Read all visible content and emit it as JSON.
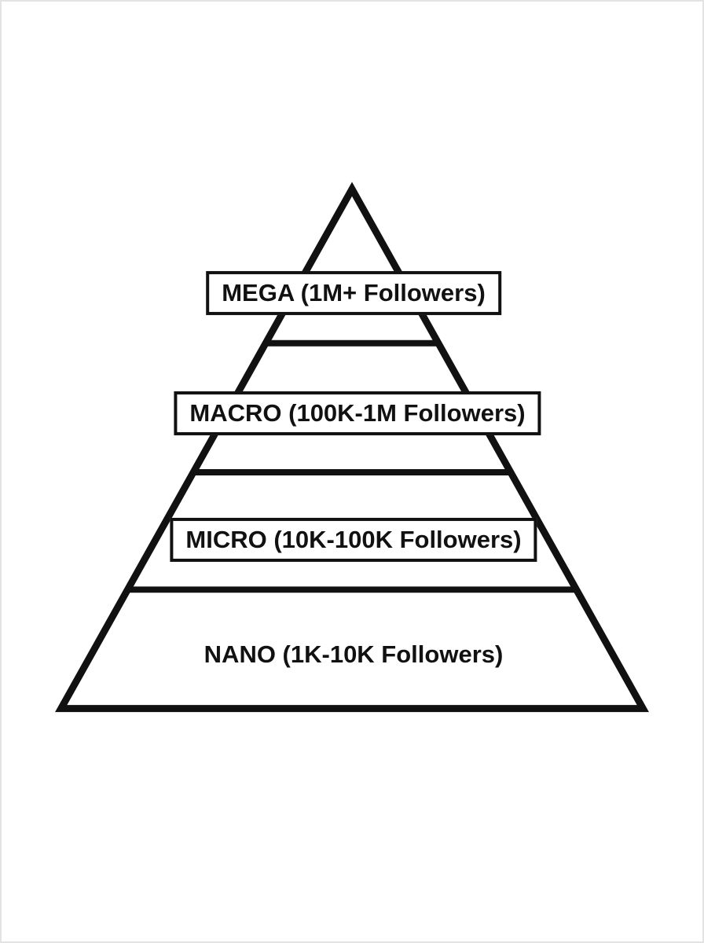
{
  "diagram": {
    "type": "pyramid",
    "subject": "influencer-follower-tiers",
    "tiers": [
      {
        "id": "mega",
        "label": "MEGA (1M+ Followers)",
        "boxed": true
      },
      {
        "id": "macro",
        "label": "MACRO (100K-1M Followers)",
        "boxed": true
      },
      {
        "id": "micro",
        "label": "MICRO (10K-100K Followers)",
        "boxed": true
      },
      {
        "id": "nano",
        "label": "NANO (1K-10K Followers)",
        "boxed": false
      }
    ]
  },
  "colors": {
    "stroke": "#111111",
    "background": "#ffffff",
    "label_background": "#ffffff"
  }
}
